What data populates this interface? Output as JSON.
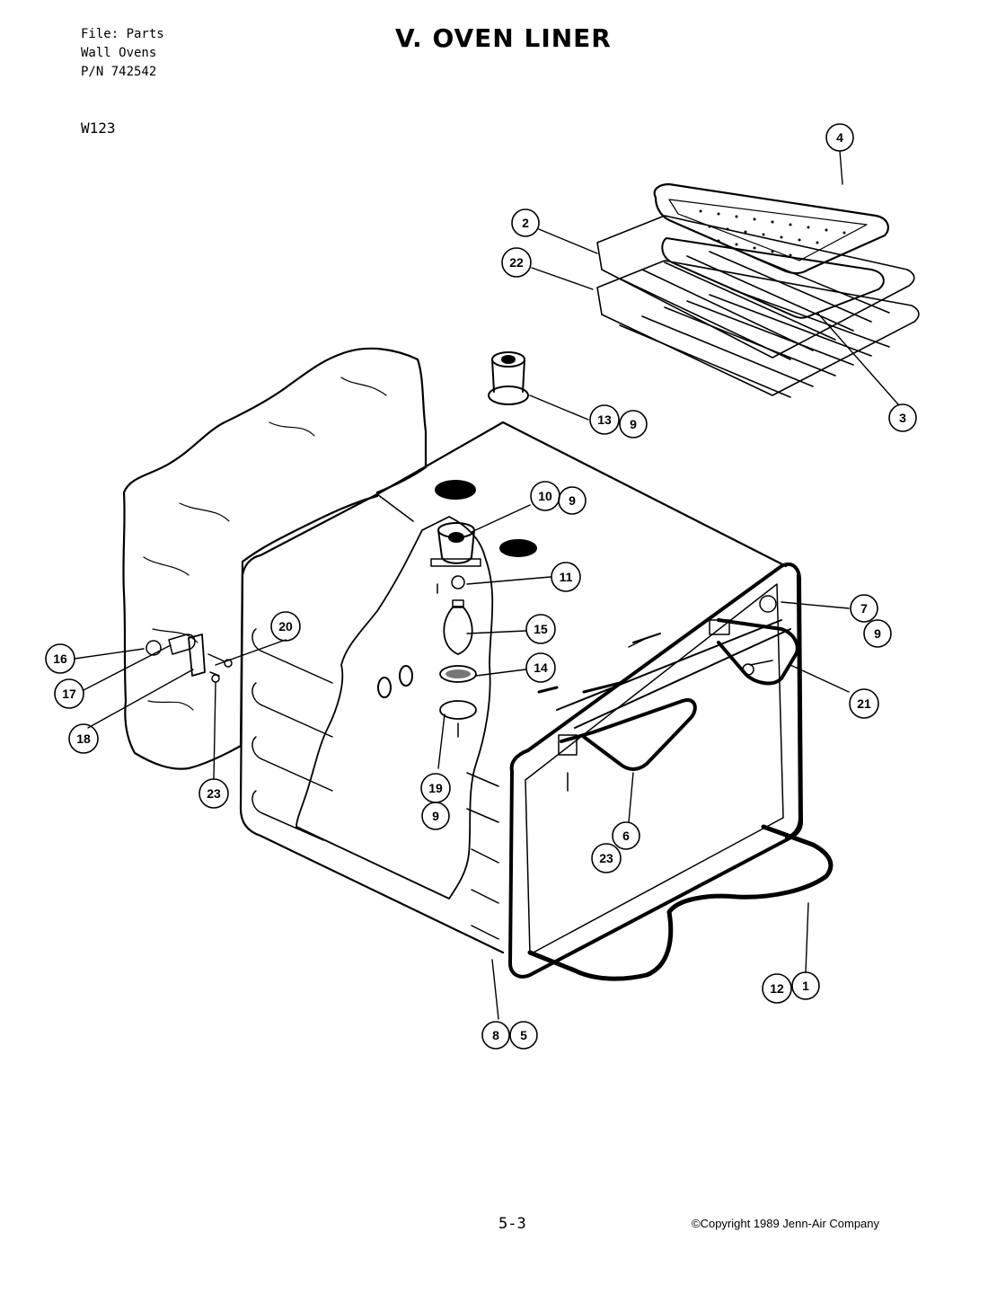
{
  "header": {
    "file_lines": [
      "File: Parts",
      "Wall Ovens",
      "P/N 742542"
    ],
    "model": "W123",
    "title": "V. OVEN LINER"
  },
  "callouts": [
    {
      "id": "c4",
      "label": "4"
    },
    {
      "id": "c2",
      "label": "2"
    },
    {
      "id": "c22",
      "label": "22"
    },
    {
      "id": "c3",
      "label": "3"
    },
    {
      "id": "c13",
      "label": "13"
    },
    {
      "id": "c9a",
      "label": "9"
    },
    {
      "id": "c10",
      "label": "10"
    },
    {
      "id": "c9b",
      "label": "9"
    },
    {
      "id": "c11",
      "label": "11"
    },
    {
      "id": "c7",
      "label": "7"
    },
    {
      "id": "c9c",
      "label": "9"
    },
    {
      "id": "c15",
      "label": "15"
    },
    {
      "id": "c20",
      "label": "20"
    },
    {
      "id": "c14",
      "label": "14"
    },
    {
      "id": "c21",
      "label": "21"
    },
    {
      "id": "c16",
      "label": "16"
    },
    {
      "id": "c17",
      "label": "17"
    },
    {
      "id": "c18",
      "label": "18"
    },
    {
      "id": "c23a",
      "label": "23"
    },
    {
      "id": "c19",
      "label": "19"
    },
    {
      "id": "c9d",
      "label": "9"
    },
    {
      "id": "c6",
      "label": "6"
    },
    {
      "id": "c23b",
      "label": "23"
    },
    {
      "id": "c12",
      "label": "12"
    },
    {
      "id": "c1",
      "label": "1"
    },
    {
      "id": "c8",
      "label": "8"
    },
    {
      "id": "c5",
      "label": "5"
    }
  ],
  "footer": {
    "page": "5-3",
    "copyright": "©Copyright 1989 Jenn-Air Company"
  }
}
